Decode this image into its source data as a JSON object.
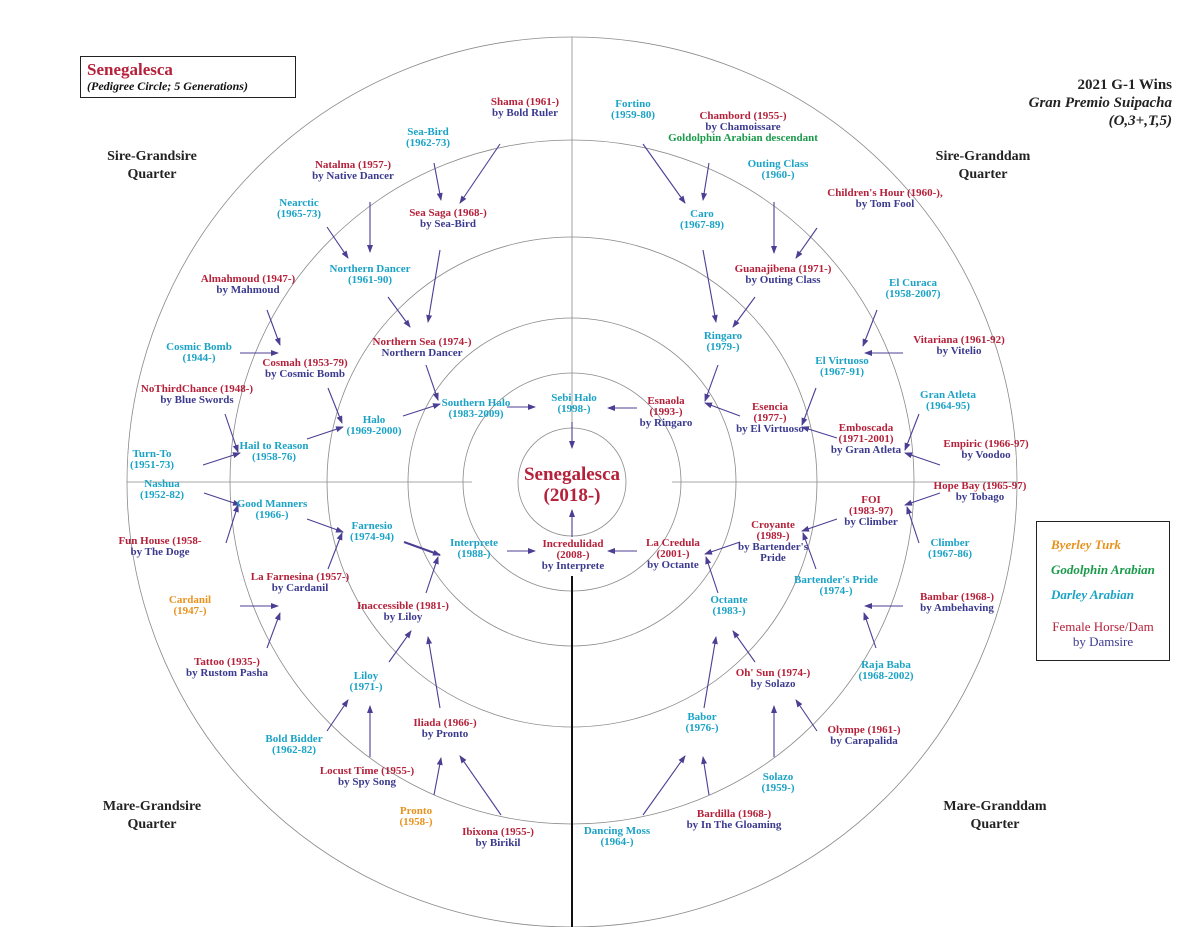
{
  "header": {
    "horse_name": "Senegalesca",
    "subtitle": "(Pedigree Circle; 5 Generations)"
  },
  "race": {
    "line1": "2021 G-1 Wins",
    "line2": "Gran Premio Suipacha",
    "line3": "(O,3+,T,5)"
  },
  "quarters": {
    "sire_grandsire": [
      "Sire-Grandsire",
      "Quarter"
    ],
    "sire_granddam": [
      "Sire-Granddam",
      "Quarter"
    ],
    "mare_grandsire": [
      "Mare-Grandsire",
      "Quarter"
    ],
    "mare_granddam": [
      "Mare-Granddam",
      "Quarter"
    ]
  },
  "center": [
    "Senegalesca",
    "(2018-)"
  ],
  "legend": {
    "byerley": "Byerley Turk",
    "godolphin": "Godolphin Arabian",
    "darley": "Darley Arabian",
    "female": "Female Horse/Dam",
    "damsire": "by Damsire"
  },
  "colors": {
    "dam_red": "#b5213a",
    "damsire_navy": "#3b3a8f",
    "darley_cyan": "#1ba3c6",
    "byerley_orange": "#e8921e",
    "godolphin_green": "#1a9a4a",
    "arrow": "#4b3f94"
  },
  "horses": {
    "shama": [
      "Shama (1961-)",
      "by Bold Ruler"
    ],
    "seabird": [
      "Sea-Bird",
      "(1962-73)"
    ],
    "natalma": [
      "Natalma (1957-)",
      "by Native Dancer"
    ],
    "seasaga": [
      "Sea Saga (1968-)",
      "by Sea-Bird"
    ],
    "nearctic": [
      "Nearctic",
      "(1965-73)"
    ],
    "northern_dancer": [
      "Northern Dancer",
      "(1961-90)"
    ],
    "almahmoud": [
      "Almahmoud (1947-)",
      "by Mahmoud"
    ],
    "northern_sea": [
      "Northern Sea (1974-)",
      "Northern Dancer"
    ],
    "cosmic_bomb": [
      "Cosmic Bomb",
      "(1944-)"
    ],
    "cosmah": [
      "Cosmah (1953-79)",
      "by Cosmic Bomb"
    ],
    "nothirdchance": [
      "NoThirdChance (1948-)",
      "by Blue Swords"
    ],
    "southern_halo": [
      "Southern Halo",
      "(1983-2009)"
    ],
    "halo": [
      "Halo",
      "(1969-2000)"
    ],
    "hail_to_reason": [
      "Hail to Reason",
      "(1958-76)"
    ],
    "turn_to": [
      "Turn-To",
      "(1951-73)"
    ],
    "sebi_halo": [
      "Sebi Halo",
      "(1998-)"
    ],
    "fortino": [
      "Fortino",
      "(1959-80)"
    ],
    "chambord": [
      "Chambord (1955-)",
      "by Chamoissare",
      "Goldolphin Arabian descendant"
    ],
    "outing_class": [
      "Outing Class",
      "(1960-)"
    ],
    "caro": [
      "Caro",
      "(1967-89)"
    ],
    "childrens_hour": [
      "Children's Hour (1960-),",
      "by Tom Fool"
    ],
    "guanajibena": [
      "Guanajibena (1971-)",
      "by Outing Class"
    ],
    "el_curaca": [
      "El Curaca",
      "(1958-2007)"
    ],
    "ringaro": [
      "Ringaro",
      "(1979-)"
    ],
    "vitariana": [
      "Vitariana (1961-92)",
      "by Vitelio"
    ],
    "el_virtuoso": [
      "El Virtuoso",
      "(1967-91)"
    ],
    "gran_atleta": [
      "Gran Atleta",
      "(1964-95)"
    ],
    "esnaola": [
      "Esnaola",
      "(1993-)",
      "by Ringaro"
    ],
    "esencia": [
      "Esencia",
      "(1977-)",
      "by El Virtuoso"
    ],
    "emboscada": [
      "Emboscada",
      "(1971-2001)",
      "by Gran Atleta"
    ],
    "empiric": [
      "Empiric (1966-97)",
      "by Voodoo"
    ],
    "nashua": [
      "Nashua",
      "(1952-82)"
    ],
    "good_manners": [
      "Good Manners",
      "(1966-)"
    ],
    "fun_house": [
      "Fun House (1958-",
      "by The Doge"
    ],
    "farnesio": [
      "Farnesio",
      "(1974-94)"
    ],
    "interprete": [
      "Interprete",
      "(1988-)"
    ],
    "incredulidad": [
      "Incredulidad",
      "(2008-)",
      "by Interprete"
    ],
    "la_farnesina": [
      "La Farnesina (1957-)",
      "by Cardanil"
    ],
    "cardanil": [
      "Cardanil",
      "(1947-)"
    ],
    "inaccessible": [
      "Inaccessible (1981-)",
      "by Liloy"
    ],
    "tattoo": [
      "Tattoo (1935-)",
      "by Rustom Pasha"
    ],
    "liloy": [
      "Liloy",
      "(1971-)"
    ],
    "iliada": [
      "Iliada (1966-)",
      "by Pronto"
    ],
    "bold_bidder": [
      "Bold Bidder",
      "(1962-82)"
    ],
    "locust_time": [
      "Locust Time (1955-)",
      "by Spy Song"
    ],
    "pronto": [
      "Pronto",
      "(1958-)"
    ],
    "ibixona": [
      "Ibixona (1955-)",
      "by Birikil"
    ],
    "hope_bay": [
      "Hope Bay (1965-97)",
      "by Tobago"
    ],
    "foi": [
      "FOI",
      "(1983-97)",
      "by Climber"
    ],
    "croyante": [
      "Croyante",
      "(1989-)",
      "by Bartender's",
      "Pride"
    ],
    "la_credula": [
      "La Credula",
      "(2001-)",
      "by Octante"
    ],
    "climber": [
      "Climber",
      "(1967-86)"
    ],
    "bartenders_pride": [
      "Bartender's Pride",
      "(1974-)"
    ],
    "octante": [
      "Octante",
      "(1983-)"
    ],
    "bambar": [
      "Bambar (1968-)",
      "by Ambehaving"
    ],
    "raja_baba": [
      "Raja Baba",
      "(1968-2002)"
    ],
    "oh_sun": [
      "Oh' Sun (1974-)",
      "by Solazo"
    ],
    "babor": [
      "Babor",
      "(1976-)"
    ],
    "olympe": [
      "Olympe (1961-)",
      "by Carapalida"
    ],
    "solazo": [
      "Solazo",
      "(1959-)"
    ],
    "bardilla": [
      "Bardilla (1968-)",
      "by In The Gloaming"
    ],
    "dancing_moss": [
      "Dancing Moss",
      "(1964-)"
    ]
  }
}
